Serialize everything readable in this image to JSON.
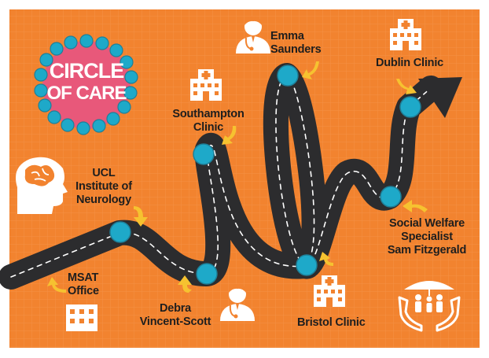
{
  "logo": {
    "line1": "CIRCLE",
    "line2": "OF CARE"
  },
  "stops": [
    {
      "id": "msat",
      "lines": [
        "MSAT",
        "Office"
      ],
      "icon": "building-icon"
    },
    {
      "id": "ucl",
      "lines": [
        "UCL",
        "Institute of",
        "Neurology"
      ],
      "icon": "brain-icon"
    },
    {
      "id": "debra",
      "lines": [
        "Debra",
        "Vincent-Scott"
      ],
      "icon": "doctor-icon"
    },
    {
      "id": "southampton",
      "lines": [
        "Southampton",
        "Clinic"
      ],
      "icon": "hospital-icon"
    },
    {
      "id": "emma",
      "lines": [
        "Emma",
        "Saunders"
      ],
      "icon": "doctor-icon"
    },
    {
      "id": "bristol",
      "lines": [
        "Bristol Clinic"
      ],
      "icon": "hospital-icon"
    },
    {
      "id": "social",
      "lines": [
        "Social Welfare",
        "Specialist",
        "Sam Fitzgerald"
      ],
      "icon": "family-care-icon"
    },
    {
      "id": "dublin",
      "lines": [
        "Dublin Clinic"
      ],
      "icon": "hospital-icon"
    }
  ],
  "colors": {
    "background": "#f2832f",
    "grid": "#f59a55",
    "road": "#2c2c2e",
    "stop": "#1ea9c9",
    "logo_pink": "#e8587a",
    "arrow": "#f6c230",
    "icon": "#ffffff"
  }
}
